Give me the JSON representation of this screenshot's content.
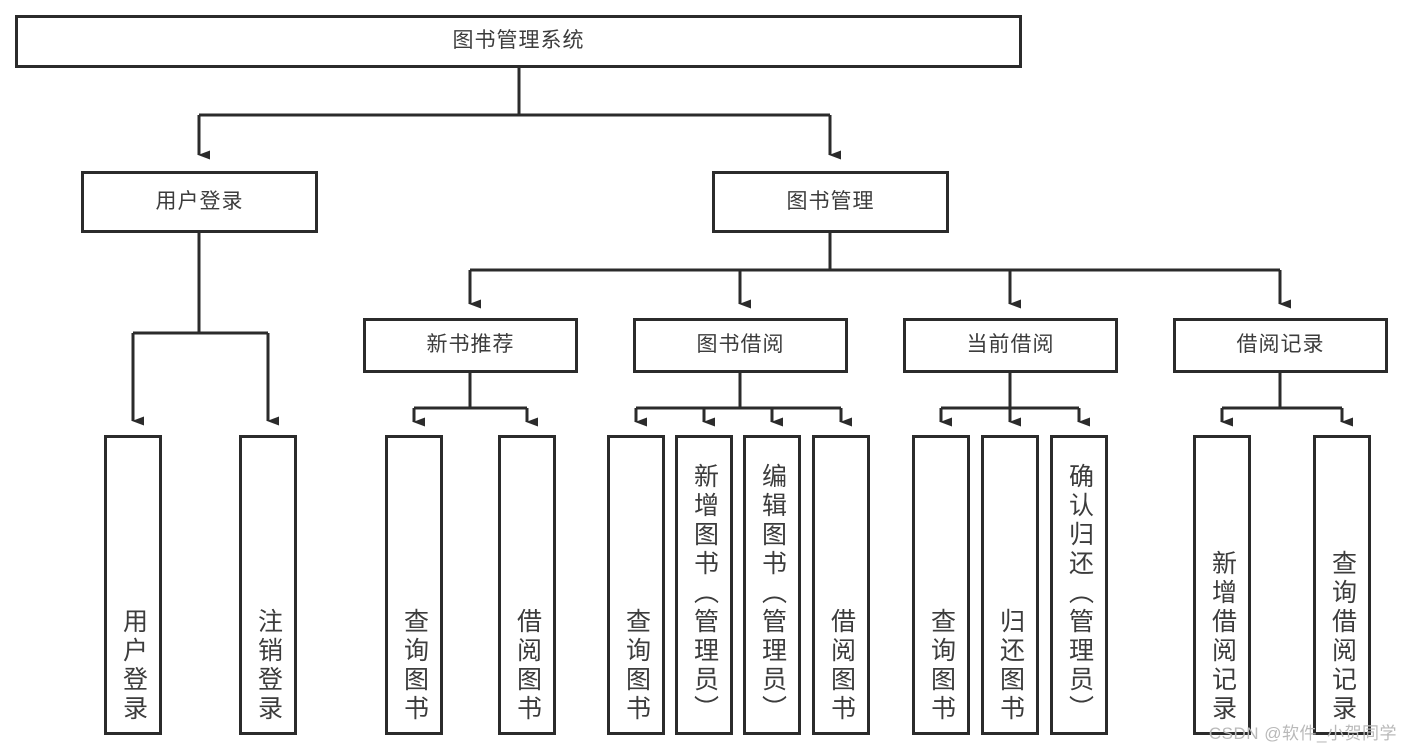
{
  "diagram": {
    "title": "图书管理系统",
    "type": "tree",
    "style": {
      "box_border": "#2b2b2b",
      "box_fill": "#ffffff",
      "text": "#3c3c3c",
      "connector": "#2b2b2b",
      "background": "#ffffff"
    },
    "root": {
      "label": "图书管理系统"
    },
    "level2": [
      {
        "id": "user-login",
        "label": "用户登录"
      },
      {
        "id": "book-manage",
        "label": "图书管理"
      }
    ],
    "level3": [
      {
        "id": "new-book-rec",
        "label": "新书推荐"
      },
      {
        "id": "book-borrow",
        "label": "图书借阅"
      },
      {
        "id": "current-borrow",
        "label": "当前借阅"
      },
      {
        "id": "borrow-record",
        "label": "借阅记录"
      }
    ],
    "leaves": {
      "user-login": [
        {
          "id": "leaf-user-login",
          "label": "用户登录"
        },
        {
          "id": "leaf-logout",
          "label": "注销登录"
        }
      ],
      "new-book-rec": [
        {
          "id": "leaf-query-book-1",
          "label": "查询图书"
        },
        {
          "id": "leaf-borrow-book-1",
          "label": "借阅图书"
        }
      ],
      "book-borrow": [
        {
          "id": "leaf-query-book-2",
          "label": "查询图书"
        },
        {
          "id": "leaf-add-book",
          "label": "新增图书（管理员）"
        },
        {
          "id": "leaf-edit-book",
          "label": "编辑图书（管理员）"
        },
        {
          "id": "leaf-borrow-book-2",
          "label": "借阅图书"
        }
      ],
      "current-borrow": [
        {
          "id": "leaf-query-book-3",
          "label": "查询图书"
        },
        {
          "id": "leaf-return-book",
          "label": "归还图书"
        },
        {
          "id": "leaf-confirm-return",
          "label": "确认归还（管理员）"
        }
      ],
      "borrow-record": [
        {
          "id": "leaf-add-record",
          "label": "新增借阅记录"
        },
        {
          "id": "leaf-query-record",
          "label": "查询借阅记录"
        }
      ]
    }
  },
  "watermark": {
    "text": "CSDN @软件_小贺同学"
  }
}
